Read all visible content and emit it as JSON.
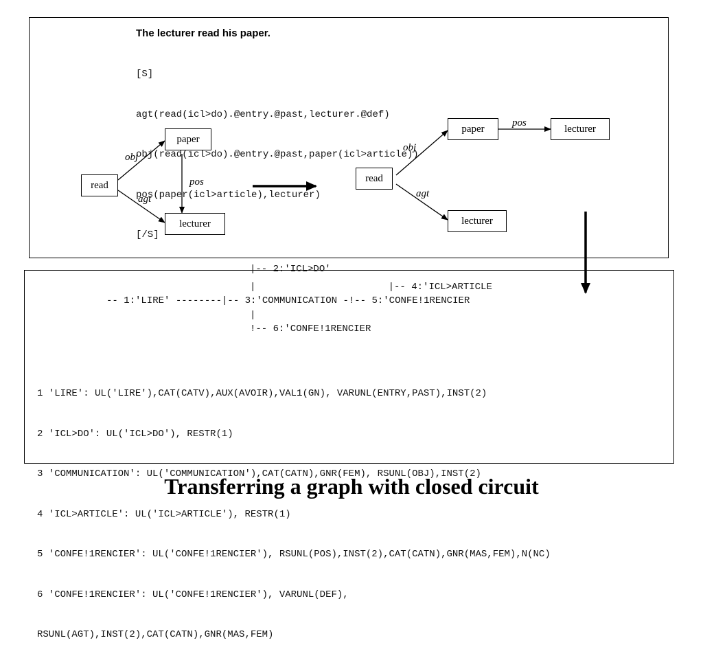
{
  "sentence": "The lecturer read his paper.",
  "unl_lines": [
    "[S]",
    "agt(read(icl>do).@entry.@past,lecturer.@def)",
    "obj(read(icl>do).@entry.@past,paper(icl>article))",
    "pos(paper(icl>article),lecturer)",
    "[/S]"
  ],
  "graph_left": {
    "nodes": {
      "read": "read",
      "paper": "paper",
      "lecturer": "lecturer"
    },
    "edges": {
      "obj": "obj",
      "agt": "agt",
      "pos": "pos"
    }
  },
  "graph_right": {
    "nodes": {
      "read": "read",
      "paper": "paper",
      "lecturer_top": "lecturer",
      "lecturer_bottom": "lecturer"
    },
    "edges": {
      "obj": "obj",
      "agt": "agt",
      "pos": "pos"
    }
  },
  "tree_lines": [
    "|-- 2:'ICL>DO'",
    "|                       |-- 4:'ICL>ARTICLE",
    "-- 1:'LIRE' --------|-- 3:'COMMUNICATION -!-- 5:'CONFE!1RENCIER",
    "|",
    "!-- 6:'CONFE!1RENCIER"
  ],
  "dictionary_lines": [
    "1 'LIRE': UL('LIRE'),CAT(CATV),AUX(AVOIR),VAL1(GN), VARUNL(ENTRY,PAST),INST(2)",
    "2 'ICL>DO': UL('ICL>DO'), RESTR(1)",
    "3 'COMMUNICATION': UL('COMMUNICATION'),CAT(CATN),GNR(FEM), RSUNL(OBJ),INST(2)",
    "4 'ICL>ARTICLE': UL('ICL>ARTICLE'), RESTR(1)",
    "5 'CONFE!1RENCIER': UL('CONFE!1RENCIER'), RSUNL(POS),INST(2),CAT(CATN),GNR(MAS,FEM),N(NC)",
    "6 'CONFE!1RENCIER': UL('CONFE!1RENCIER'), VARUNL(DEF),",
    "RSUNL(AGT),INST(2),CAT(CATN),GNR(MAS,FEM)"
  ],
  "caption": "Transferring a graph with closed circuit"
}
